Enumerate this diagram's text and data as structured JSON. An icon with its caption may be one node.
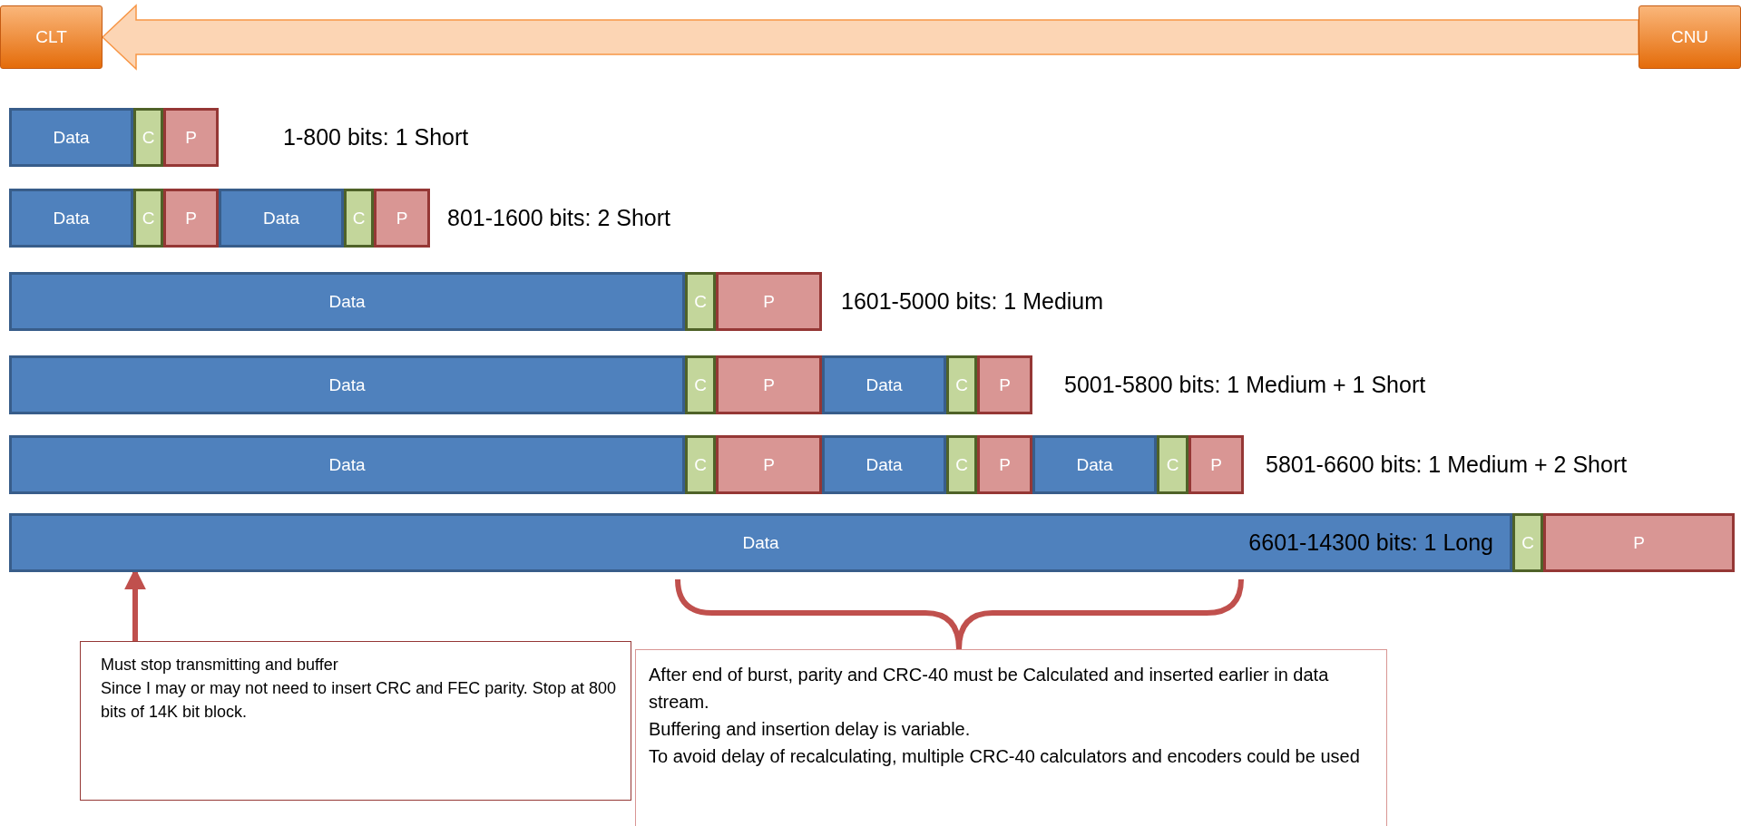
{
  "diagram": {
    "nodes": [
      {
        "text": [
          "CLT"
        ]
      },
      {
        "text": [
          "CNU"
        ]
      },
      {
        "text": [
          "Data"
        ]
      },
      {
        "text": [
          "C"
        ]
      },
      {
        "text": [
          "P"
        ]
      },
      {
        "text": [
          "Data"
        ]
      },
      {
        "text": [
          "C"
        ]
      },
      {
        "text": [
          "P"
        ]
      },
      {
        "text": [
          "Data"
        ]
      },
      {
        "text": [
          "C"
        ]
      },
      {
        "text": [
          "P"
        ]
      },
      {
        "text": [
          "Data"
        ]
      },
      {
        "text": [
          "C"
        ]
      },
      {
        "text": [
          "P"
        ]
      },
      {
        "text": [
          "Data"
        ]
      },
      {
        "text": [
          "C"
        ]
      },
      {
        "text": [
          "P"
        ]
      },
      {
        "text": [
          "Data"
        ]
      },
      {
        "text": [
          "C"
        ]
      },
      {
        "text": [
          "P"
        ]
      },
      {
        "text": [
          "Data"
        ]
      },
      {
        "text": [
          "C"
        ]
      },
      {
        "text": [
          "P"
        ]
      },
      {
        "text": [
          "Data"
        ]
      },
      {
        "text": [
          "C"
        ]
      },
      {
        "text": [
          "P"
        ]
      },
      {
        "text": [
          "Data"
        ]
      },
      {
        "text": [
          "C"
        ]
      },
      {
        "text": [
          "P"
        ]
      },
      {
        "text": [
          "Data"
        ]
      },
      {
        "text": [
          "C"
        ]
      },
      {
        "text": [
          "P"
        ]
      },
      {
        "text": [
          "Must stop transmitting and buffer",
          "Since I may or may not need to insert CRC and FEC parity.  Stop at 800 bits of 14K bit block."
        ]
      },
      {
        "text": [
          "After end of burst, parity and CRC-40 must be Calculated and inserted earlier in data stream.",
          "Buffering and insertion delay is variable.",
          "To avoid delay of recalculating, multiple CRC-40 calculators and encoders could be used"
        ]
      }
    ],
    "edges": [
      {
        "from": 1,
        "to": 0,
        "arrow": "to",
        "style": "thick",
        "color": "#f79646"
      },
      {
        "from": 32,
        "to": 29,
        "arrow": "to",
        "color": "#c0504d"
      }
    ],
    "labels": [
      "1-800 bits: 1 Short",
      "801-1600 bits: 2 Short",
      "1601-5000 bits: 1 Medium",
      "5001-5800 bits: 1 Medium + 1 Short",
      "5801-6600 bits: 1 Medium + 2 Short",
      "6601-14300 bits: 1 Long"
    ]
  }
}
